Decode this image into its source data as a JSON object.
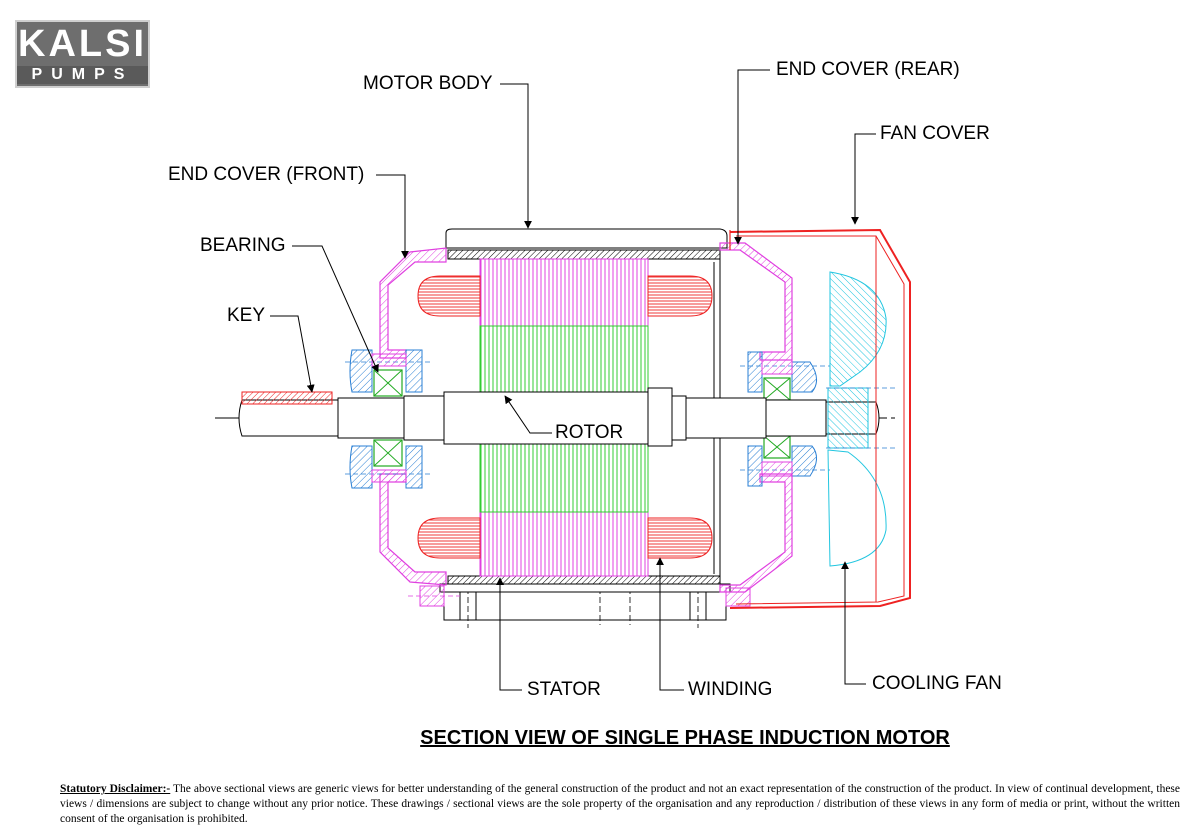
{
  "logo": {
    "line1": "KALSI",
    "line2": "PUMPS"
  },
  "labels": {
    "motor_body": "MOTOR BODY",
    "end_cover_rear": "END COVER (REAR)",
    "fan_cover": "FAN COVER",
    "end_cover_front": "END COVER (FRONT)",
    "bearing": "BEARING",
    "key": "KEY",
    "rotor": "ROTOR",
    "stator": "STATOR",
    "winding": "WINDING",
    "cooling_fan": "COOLING FAN"
  },
  "title": "SECTION VIEW OF SINGLE PHASE INDUCTION MOTOR",
  "disclaimer": {
    "heading": "Statutory Disclaimer:-",
    "text": " The above sectional views are generic views for better understanding of the general construction of the product and not an exact representation of the construction of the product. In view of continual development, these views / dimensions are subject to change without any prior notice. These drawings / sectional views are the sole property of the organisation and any reproduction / distribution of these views in any form of media or print, without the written consent of the organisation is prohibited."
  },
  "colors": {
    "end_cover": "#e040e0",
    "stator": "#e040e0",
    "rotor": "#33cc33",
    "winding": "#ee2222",
    "bearing": "#22aa22",
    "fan": "#22c6e0",
    "fan_cover": "#ee2222",
    "bearing_housing": "#2a7fd4"
  }
}
